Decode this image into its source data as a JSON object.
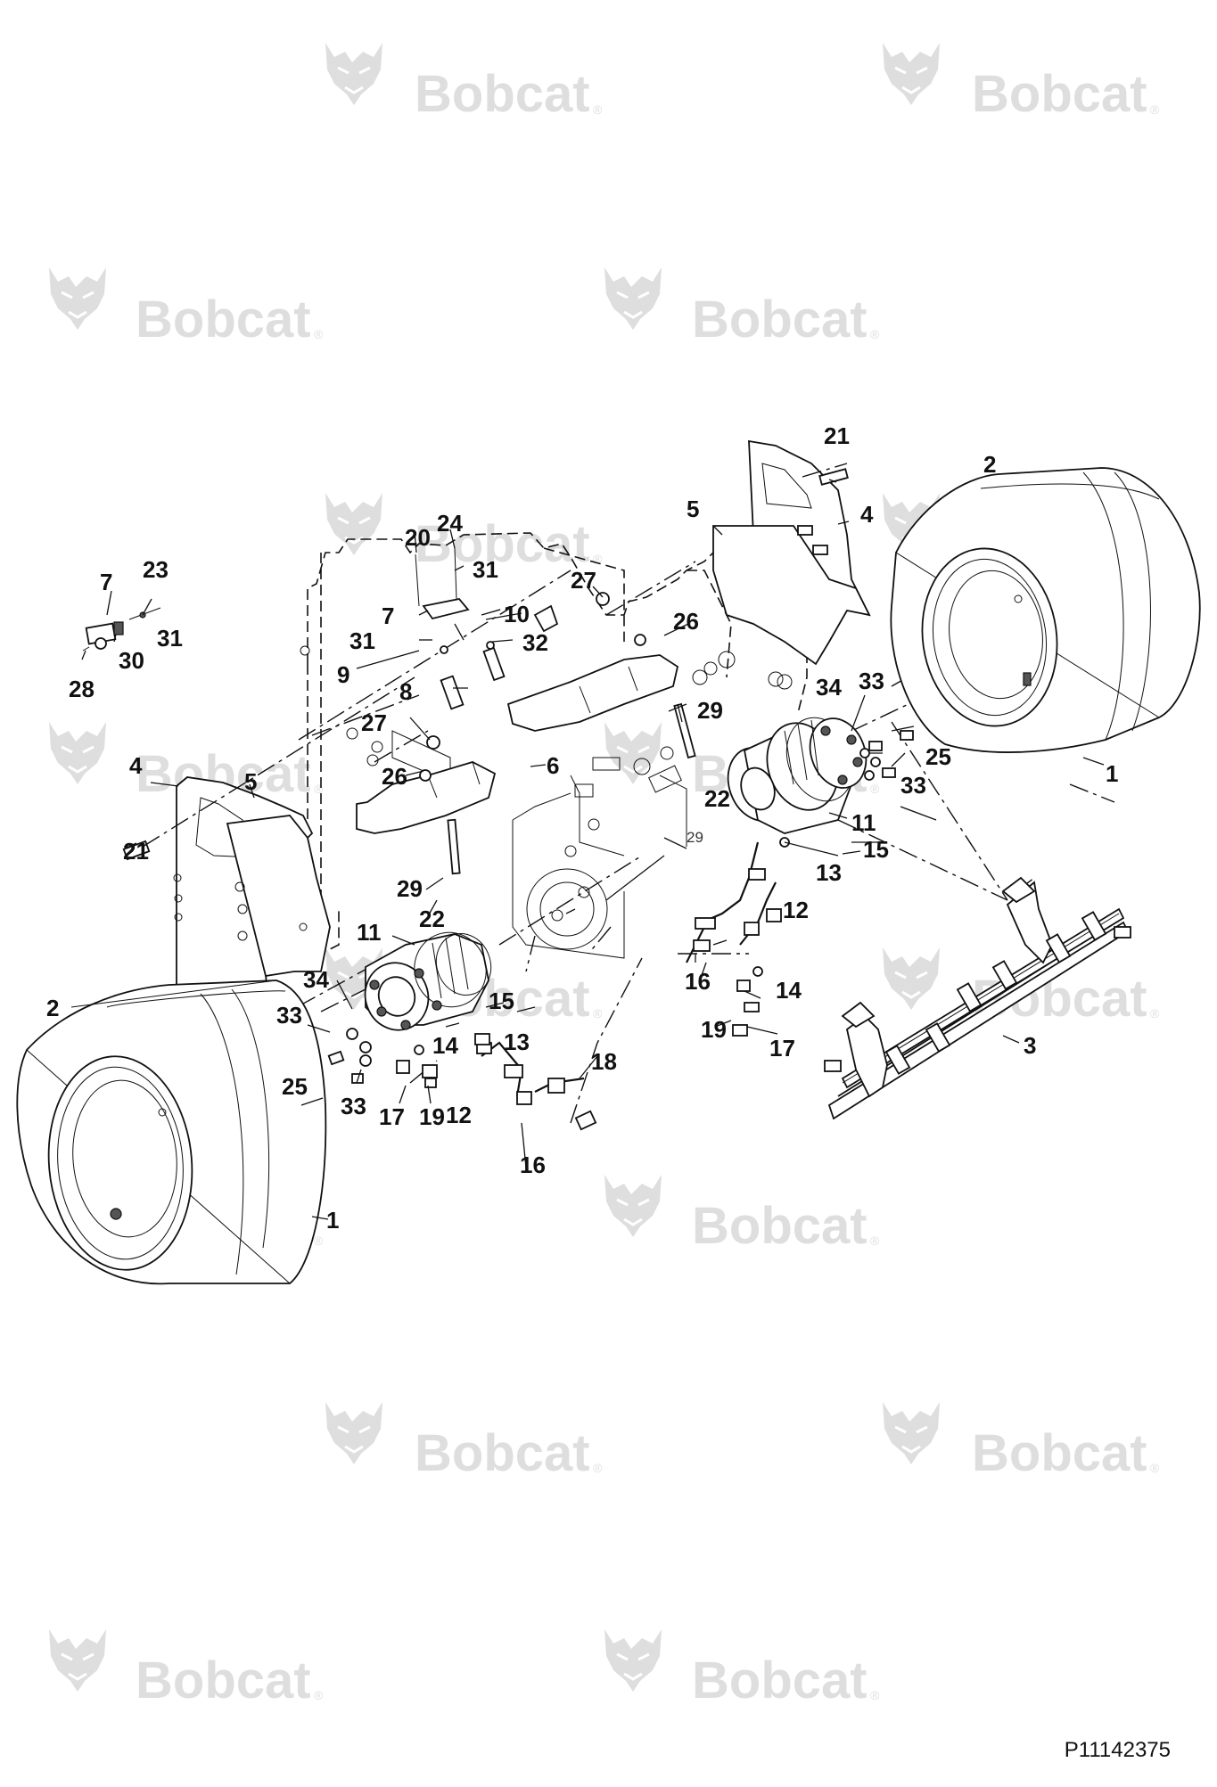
{
  "watermark": {
    "brand_text": "Bobcat",
    "registered_mark": "®",
    "logo_icon": "bobcat-head-logo"
  },
  "document_number": "P11142375",
  "callouts": {
    "c1a": "1",
    "c1b": "1",
    "c2a": "2",
    "c2b": "2",
    "c3": "3",
    "c4a": "4",
    "c4b": "4",
    "c5a": "5",
    "c5b": "5",
    "c6": "6",
    "c7a": "7",
    "c7b": "7",
    "c8": "8",
    "c9": "9",
    "c10": "10",
    "c11a": "11",
    "c11b": "11",
    "c12a": "12",
    "c12b": "12",
    "c13a": "13",
    "c13b": "13",
    "c14a": "14",
    "c14b": "14",
    "c15a": "15",
    "c15b": "15",
    "c16a": "16",
    "c16b": "16",
    "c17a": "17",
    "c17b": "17",
    "c18": "18",
    "c19a": "19",
    "c19b": "19",
    "c20": "20",
    "c21a": "21",
    "c21b": "21",
    "c22a": "22",
    "c22b": "22",
    "c23": "23",
    "c24": "24",
    "c25a": "25",
    "c25b": "25",
    "c26a": "26",
    "c26b": "26",
    "c27a": "27",
    "c27b": "27",
    "c28": "28",
    "c29a": "29",
    "c29b": "29",
    "c29c": "29",
    "c30": "30",
    "c31a": "31",
    "c31b": "31",
    "c31c": "31",
    "c32": "32",
    "c33a": "33",
    "c33b": "33",
    "c33c": "33",
    "c33d": "33",
    "c34a": "34",
    "c34b": "34"
  }
}
